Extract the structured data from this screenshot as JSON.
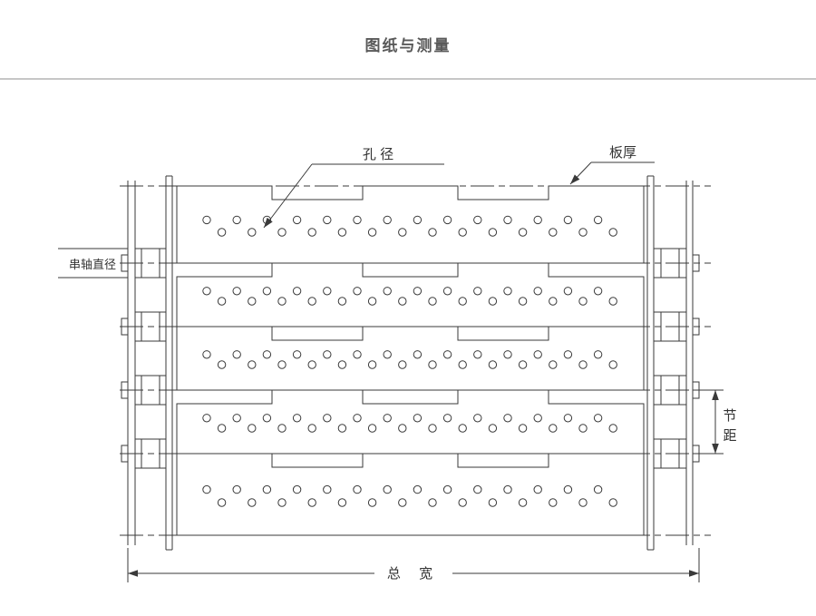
{
  "header": {
    "title": "图纸与测量"
  },
  "diagram": {
    "labels": {
      "hole_diameter": "孔 径",
      "plate_thickness": "板厚",
      "shaft_diameter": "串轴直径",
      "pitch": "节距",
      "total_width": "总 宽"
    },
    "colors": {
      "line": "#3a3a3a",
      "title": "#595959",
      "divider": "#c6c6c6",
      "background": "#ffffff"
    }
  }
}
